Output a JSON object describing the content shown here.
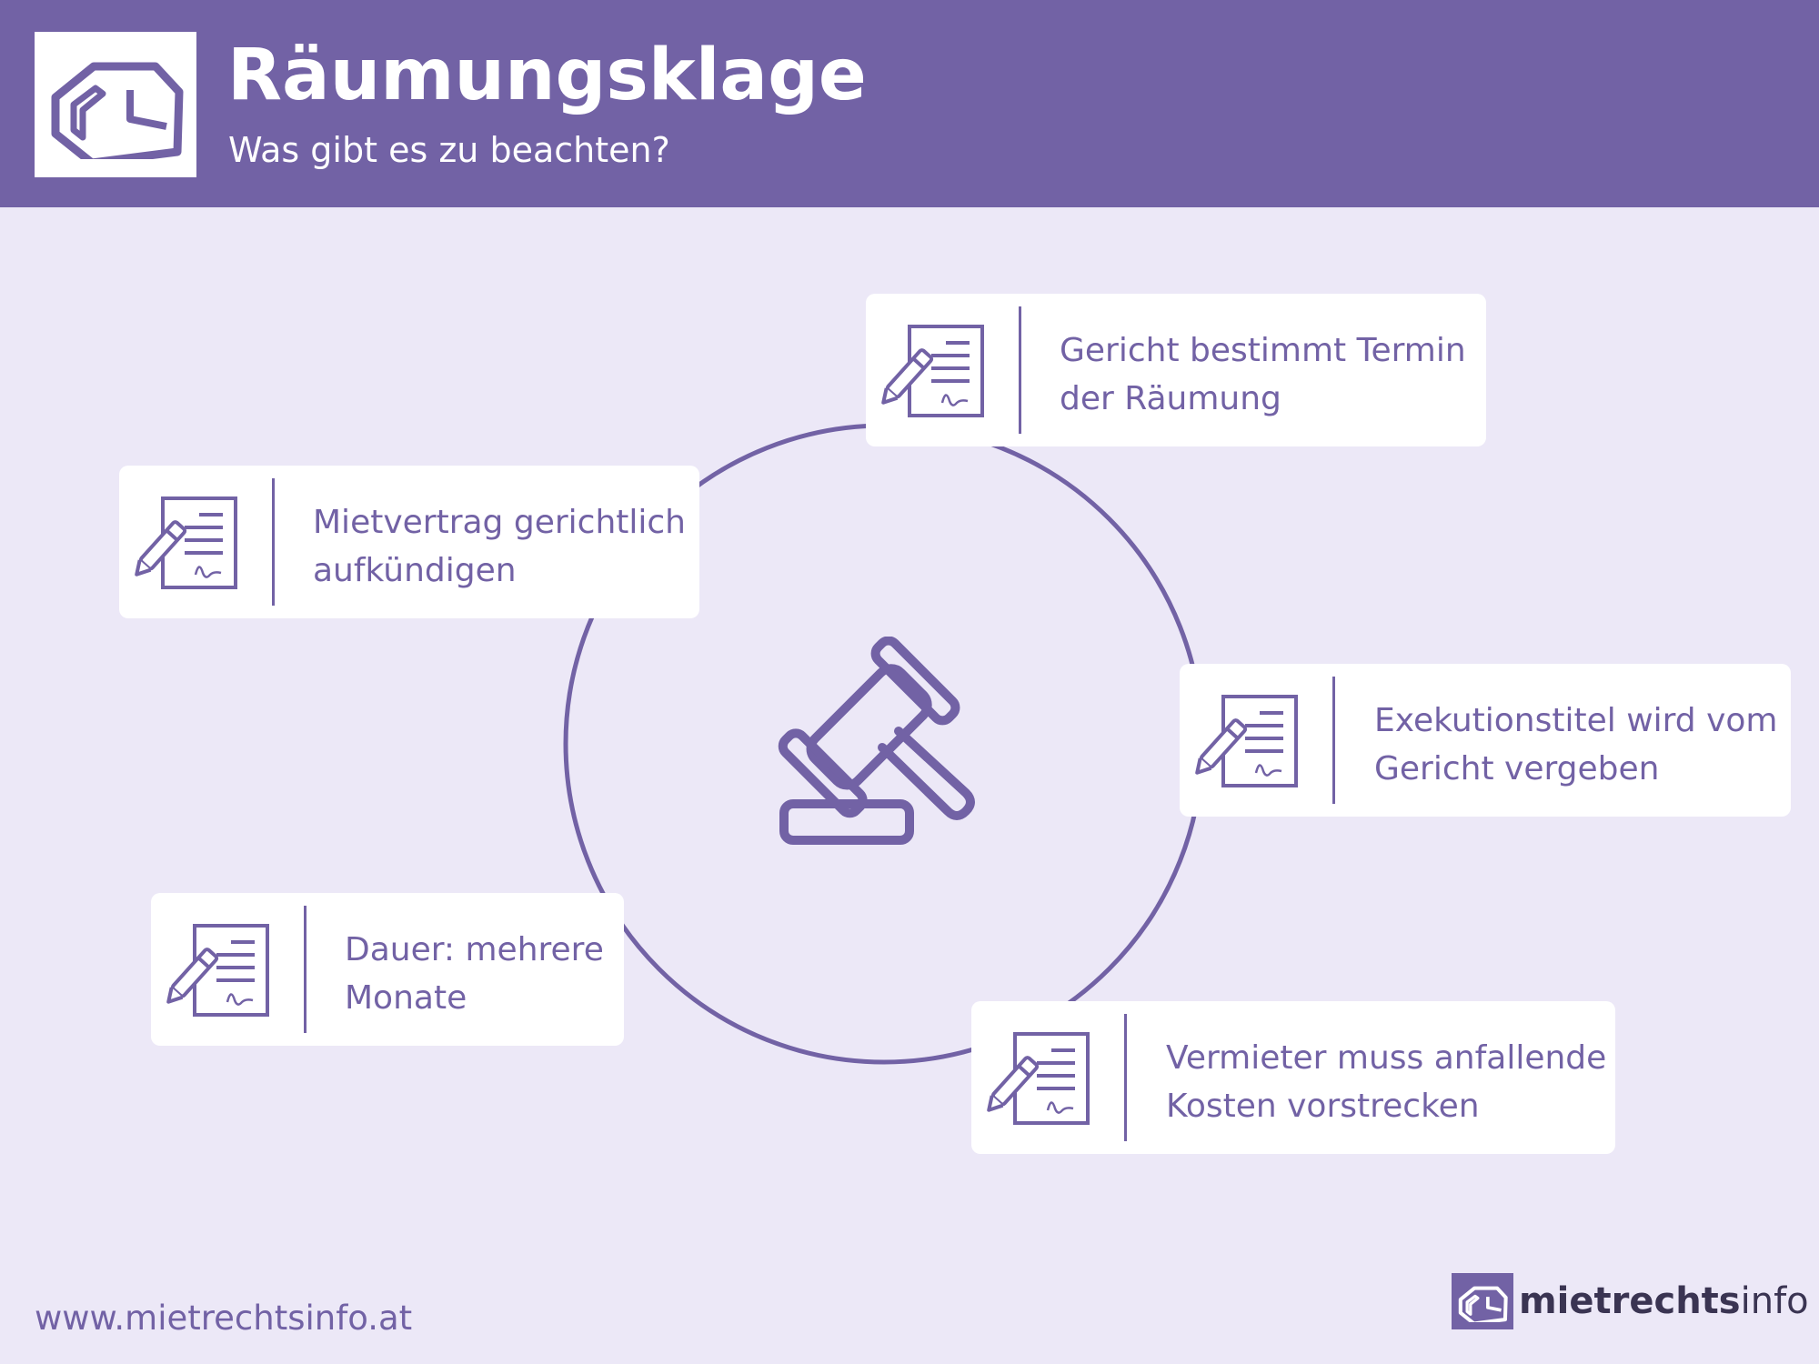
{
  "header": {
    "title": "Räumungsklage",
    "subtitle": "Was gibt es zu beachten?",
    "logo_icon": "house-outline-icon"
  },
  "colors": {
    "accent": "#7262a5",
    "background": "#ece8f7",
    "card": "#ffffff"
  },
  "center": {
    "icon": "gavel-icon"
  },
  "steps": [
    {
      "line1": "Mietvertrag gerichtlich",
      "line2": "aufkündigen",
      "icon": "signed-document-icon"
    },
    {
      "line1": "Gericht bestimmt Termin",
      "line2": "der Räumung",
      "icon": "signed-document-icon"
    },
    {
      "line1": "Exekutionstitel wird vom",
      "line2": "Gericht vergeben",
      "icon": "signed-document-icon"
    },
    {
      "line1": "Vermieter muss anfallende",
      "line2": "Kosten vorstrecken",
      "icon": "signed-document-icon"
    },
    {
      "line1": "Dauer: mehrere",
      "line2": "Monate",
      "icon": "signed-document-icon"
    }
  ],
  "footer": {
    "url": "www.mietrechtsinfo.at",
    "brand_bold": "mietrechts",
    "brand_light": "info"
  }
}
